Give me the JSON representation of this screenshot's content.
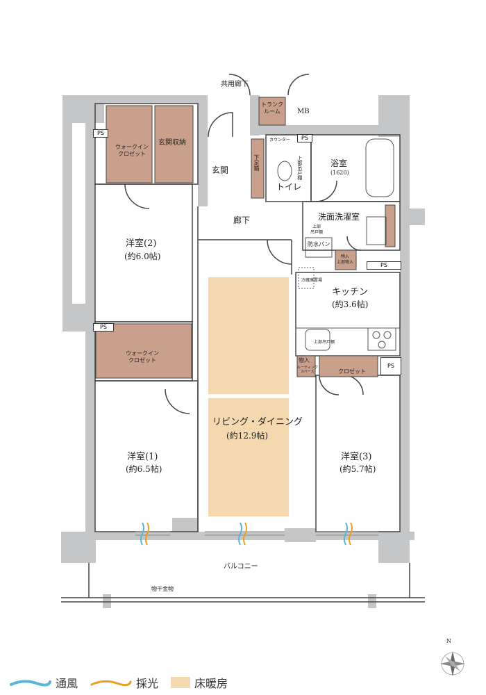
{
  "rooms": {
    "common_corridor": "共用廊下",
    "trunk_room": "トランク\nルーム",
    "mb": "MB",
    "walkin_closet_top": "ウォークイン\nクロゼット",
    "entrance_storage": "玄関収納",
    "entrance": "玄関",
    "counter": "カウンター",
    "shoe_box": "下足箱",
    "toilet": "トイレ",
    "upper_cabinet_toilet": "上部吊戸棚",
    "bathroom": "浴室",
    "bathroom_size": "(1620)",
    "hallway": "廊下",
    "washroom": "洗面洗濯室",
    "upper_cabinet_wash": "上部\n吊戸棚",
    "waterproof_pan": "防水パン",
    "storage_upper": "物入\n上部物入",
    "western_room_2": "洋室(2)",
    "western_room_2_size": "(約6.0帖)",
    "fridge_space": "冷蔵庫置場",
    "kitchen": "キッチン",
    "kitchen_size": "(約3.6帖)",
    "walkin_closet_mid": "ウォークイン\nクロゼット",
    "upper_cabinet_kitchen": "上部吊戸棚",
    "storage_router": "物入",
    "router_space": "ルーティング\nスペース",
    "closet_3": "クロゼット",
    "living_dining": "リビング・ダイニング",
    "living_dining_size": "(約12.9帖)",
    "western_room_1": "洋室(1)",
    "western_room_1_size": "(約6.5帖)",
    "western_room_3": "洋室(3)",
    "western_room_3_size": "(約5.7帖)",
    "balcony": "バルコニー",
    "clothes_hanger": "物干金物"
  },
  "ps_labels": [
    "PS",
    "PS",
    "PS",
    "PS",
    "PS"
  ],
  "compass_label": "N",
  "legend": [
    {
      "label": "通風",
      "icon": "ventilation-wave-icon",
      "color": "#5ab6d6"
    },
    {
      "label": "採光",
      "icon": "daylight-wave-icon",
      "color": "#e8a020"
    },
    {
      "label": "床暖房",
      "icon": "floor-heating-swatch",
      "color": "#f3d8b0"
    }
  ],
  "colors": {
    "wall": "#c5c6c8",
    "storage": "#c9a08c",
    "floor_heating": "#f3d8b0",
    "line": "#444444"
  }
}
